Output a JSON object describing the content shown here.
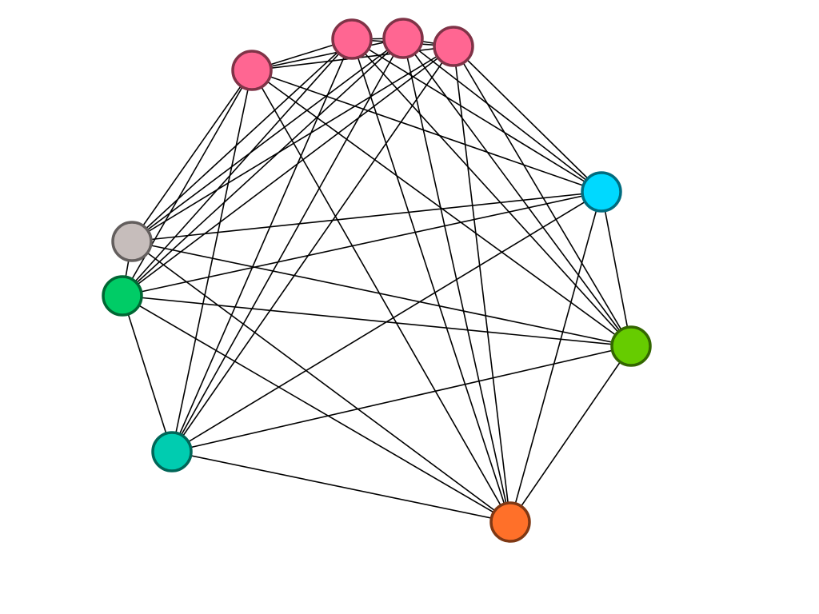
{
  "graph": {
    "nodes": [
      {
        "id": "A",
        "fill": "#ff6692",
        "stroke": "#7f3347"
      },
      {
        "id": "B",
        "fill": "#ff6692",
        "stroke": "#7f3347"
      },
      {
        "id": "C",
        "fill": "#ff6692",
        "stroke": "#7f3347"
      },
      {
        "id": "D",
        "fill": "#ff6692",
        "stroke": "#7f3347"
      },
      {
        "id": "E",
        "fill": "#00d9ff",
        "stroke": "#006c7f"
      },
      {
        "id": "F",
        "fill": "#c6bdbb",
        "stroke": "#635e5d"
      },
      {
        "id": "G",
        "fill": "#00cc66",
        "stroke": "#006633"
      },
      {
        "id": "H",
        "fill": "#66cc00",
        "stroke": "#336600"
      },
      {
        "id": "I",
        "fill": "#00ccb0",
        "stroke": "#006658"
      },
      {
        "id": "J",
        "fill": "#ff7029",
        "stroke": "#7f3814"
      }
    ],
    "edges": [
      [
        "A",
        "B"
      ],
      [
        "A",
        "C"
      ],
      [
        "A",
        "D"
      ],
      [
        "A",
        "F"
      ],
      [
        "A",
        "G"
      ],
      [
        "A",
        "I"
      ],
      [
        "A",
        "E"
      ],
      [
        "A",
        "J"
      ],
      [
        "A",
        "H"
      ],
      [
        "B",
        "C"
      ],
      [
        "B",
        "D"
      ],
      [
        "B",
        "F"
      ],
      [
        "B",
        "G"
      ],
      [
        "B",
        "I"
      ],
      [
        "B",
        "J"
      ],
      [
        "B",
        "H"
      ],
      [
        "B",
        "E"
      ],
      [
        "C",
        "D"
      ],
      [
        "C",
        "F"
      ],
      [
        "C",
        "G"
      ],
      [
        "C",
        "I"
      ],
      [
        "C",
        "E"
      ],
      [
        "C",
        "H"
      ],
      [
        "C",
        "J"
      ],
      [
        "D",
        "F"
      ],
      [
        "D",
        "G"
      ],
      [
        "D",
        "I"
      ],
      [
        "D",
        "E"
      ],
      [
        "D",
        "H"
      ],
      [
        "D",
        "J"
      ],
      [
        "E",
        "F"
      ],
      [
        "E",
        "G"
      ],
      [
        "E",
        "I"
      ],
      [
        "E",
        "H"
      ],
      [
        "E",
        "J"
      ],
      [
        "F",
        "G"
      ],
      [
        "F",
        "H"
      ],
      [
        "F",
        "J"
      ],
      [
        "G",
        "H"
      ],
      [
        "G",
        "I"
      ],
      [
        "G",
        "J"
      ],
      [
        "H",
        "I"
      ],
      [
        "H",
        "J"
      ],
      [
        "I",
        "J"
      ]
    ],
    "edge_color": "#000000"
  }
}
